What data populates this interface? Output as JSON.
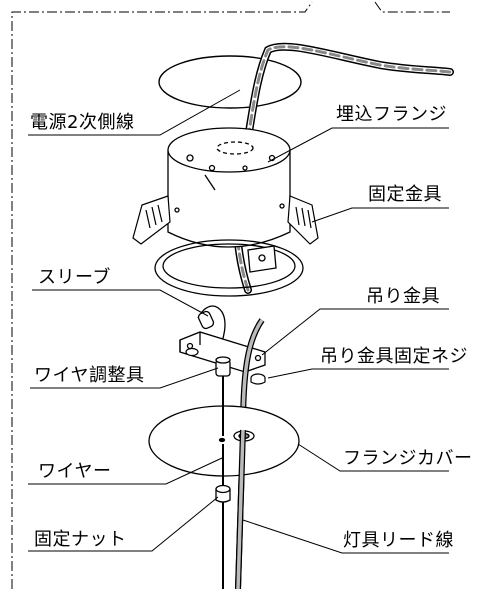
{
  "labels": {
    "secondary_power_cable": "電源2次側線",
    "embedded_flange": "埋込フランジ",
    "fixing_bracket": "固定金具",
    "sleeve": "スリーブ",
    "hanging_bracket": "吊り金具",
    "hanging_bracket_screw": "吊り金具固定ネジ",
    "wire_adjuster": "ワイヤ調整具",
    "flange_cover": "フランジカバー",
    "wire": "ワイヤー",
    "fixing_nut": "固定ナット",
    "fixture_lead_wire": "灯具リード線"
  }
}
